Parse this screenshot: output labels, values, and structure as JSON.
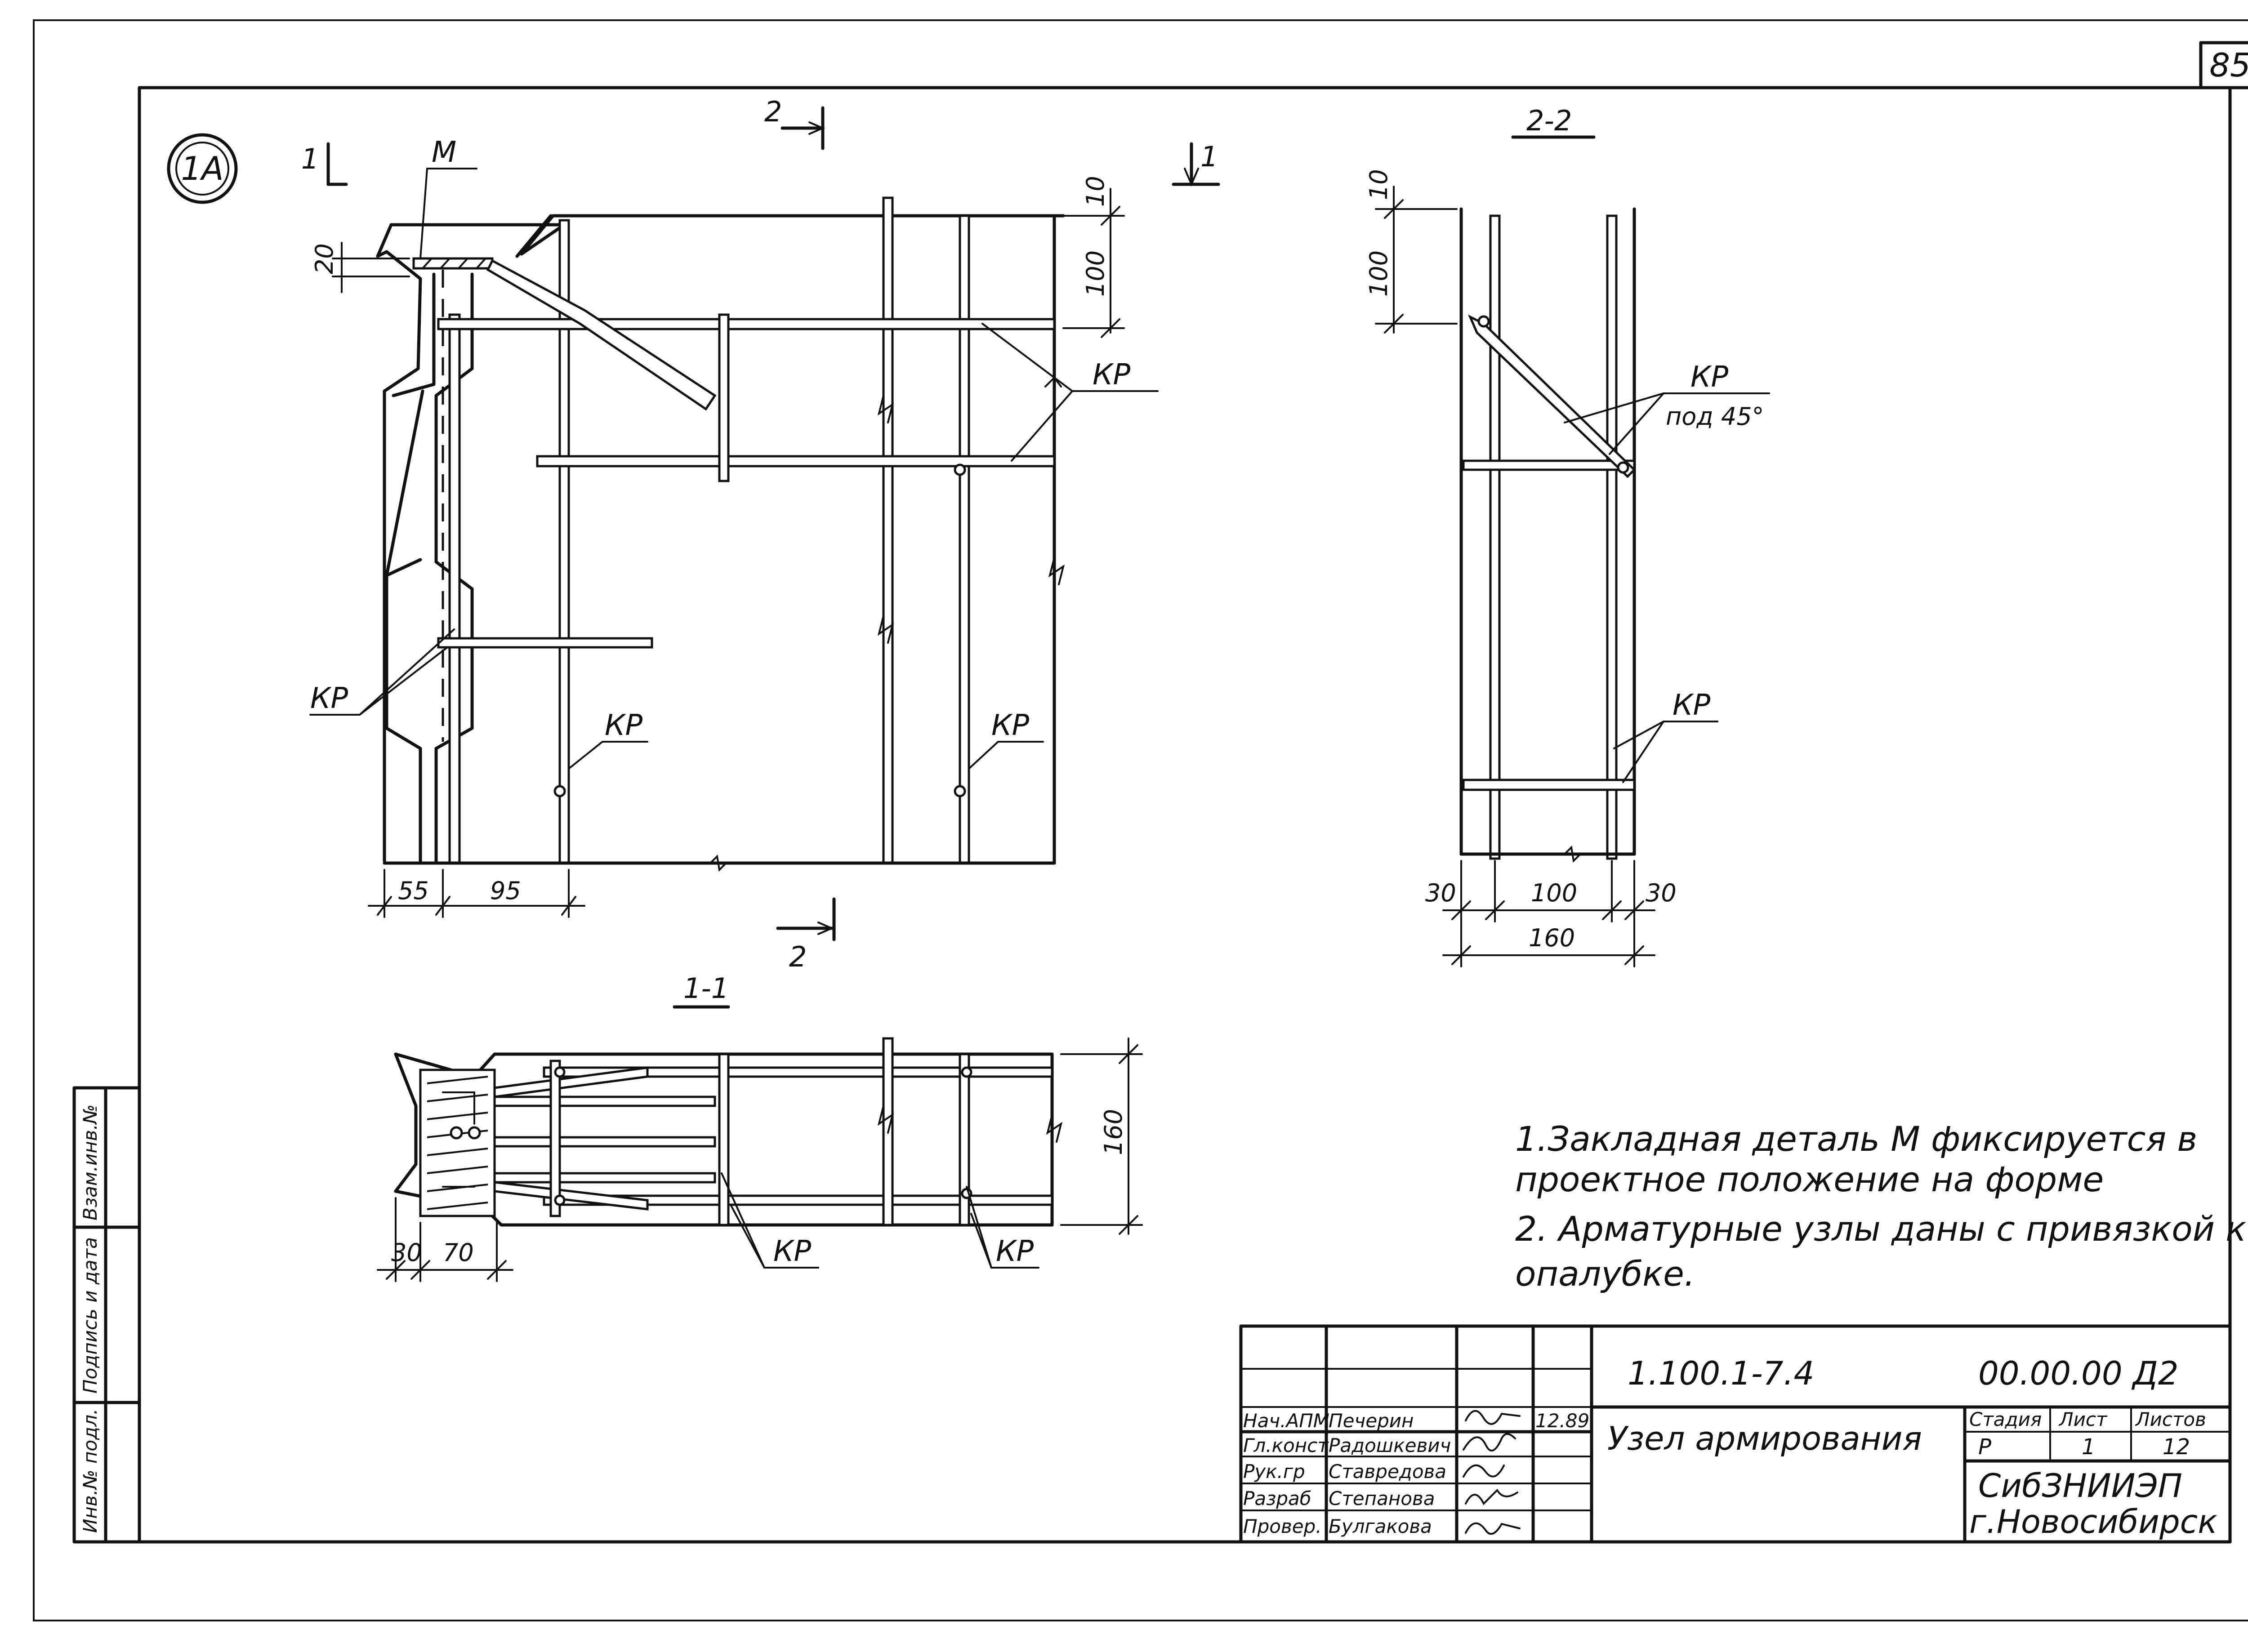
{
  "page_number": "85",
  "node_mark": "1А",
  "section_marks": {
    "sec_1_top": "1",
    "sec_1_right": "1",
    "sec_2_top": "2",
    "sec_2_bottom": "2",
    "view_2_2": "2-2",
    "view_1_1": "1-1"
  },
  "labels": {
    "embedded_part": "М",
    "kr": "КР",
    "at_45": "под 45°"
  },
  "dimensions": {
    "main_top_10": "10",
    "main_top_100": "100",
    "main_left_20": "20",
    "main_bottom_55": "55",
    "main_bottom_95": "95",
    "s22_top_10": "10",
    "s22_top_100": "100",
    "s22_bottom_30a": "30",
    "s22_bottom_100": "100",
    "s22_bottom_30b": "30",
    "s22_bottom_160": "160",
    "s11_right_160": "160",
    "s11_bottom_30": "30",
    "s11_bottom_70": "70"
  },
  "notes": [
    "1.Закладная деталь М фиксируется в",
    "проектное положение на форме",
    "2. Арматурные узлы даны с привязкой к",
    "опалубке."
  ],
  "title_block": {
    "doc_code": "1.100.1-7.4",
    "doc_number": "00.00.00 Д2",
    "title": "Узел армирования",
    "stage_header": "Стадия",
    "sheet_header": "Лист",
    "sheets_header": "Листов",
    "stage": "Р",
    "sheet": "1",
    "sheets": "12",
    "org_line1": "СибЗНИИЭП",
    "org_line2": "г.Новосибирск",
    "staff": [
      {
        "role": "Нач.АПМ",
        "name": "Печерин",
        "date": "12.89"
      },
      {
        "role": "Гл.конст",
        "name": "Радошкевич",
        "date": ""
      },
      {
        "role": "Рук.гр",
        "name": "Ставредова",
        "date": ""
      },
      {
        "role": "Разраб",
        "name": "Степанова",
        "date": ""
      },
      {
        "role": "Провер.",
        "name": "Булгакова",
        "date": ""
      }
    ]
  },
  "side_stamp": {
    "inv_podl": "Инв.№ подл.",
    "sign_date": "Подпись и дата",
    "vzam_inv": "Взам.инв.№"
  }
}
